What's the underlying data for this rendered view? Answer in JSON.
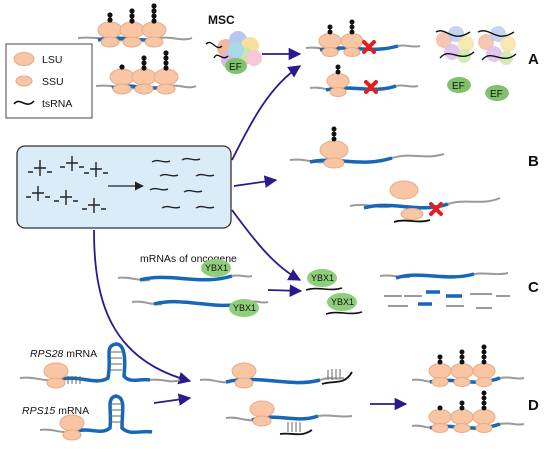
{
  "legend": {
    "lsu": "LSU",
    "ssu": "SSU",
    "tsrna": "tsRNA"
  },
  "labels": {
    "msc": "MSC",
    "ef_complex": "EF",
    "ef_free_1": "EF",
    "ef_free_2": "EF",
    "ybx1_left_1": "YBX1",
    "ybx1_left_2": "YBX1",
    "ybx1_right_1": "YBX1",
    "ybx1_right_2": "YBX1",
    "oncogene_mrnas": "mRNAs of oncogene",
    "rps28_gene": "RPS28",
    "rps28_suffix": " mRNA",
    "rps15_gene": "RPS15",
    "rps15_suffix": " mRNA"
  },
  "panels": {
    "a": "A",
    "b": "B",
    "c": "C",
    "d": "D"
  },
  "colors": {
    "ribosome": "#f8c6a4",
    "ribosome_edge": "#e9a985",
    "mrna_coding": "#1667b7",
    "mrna_utr": "#9a9a9a",
    "arrow": "#2b1a8c",
    "inhibit": "#e02020",
    "ef": "#7fc26b",
    "ybx1": "#8fcf7c",
    "box_fill": "#d9ecf7",
    "box_edge": "#333333"
  }
}
